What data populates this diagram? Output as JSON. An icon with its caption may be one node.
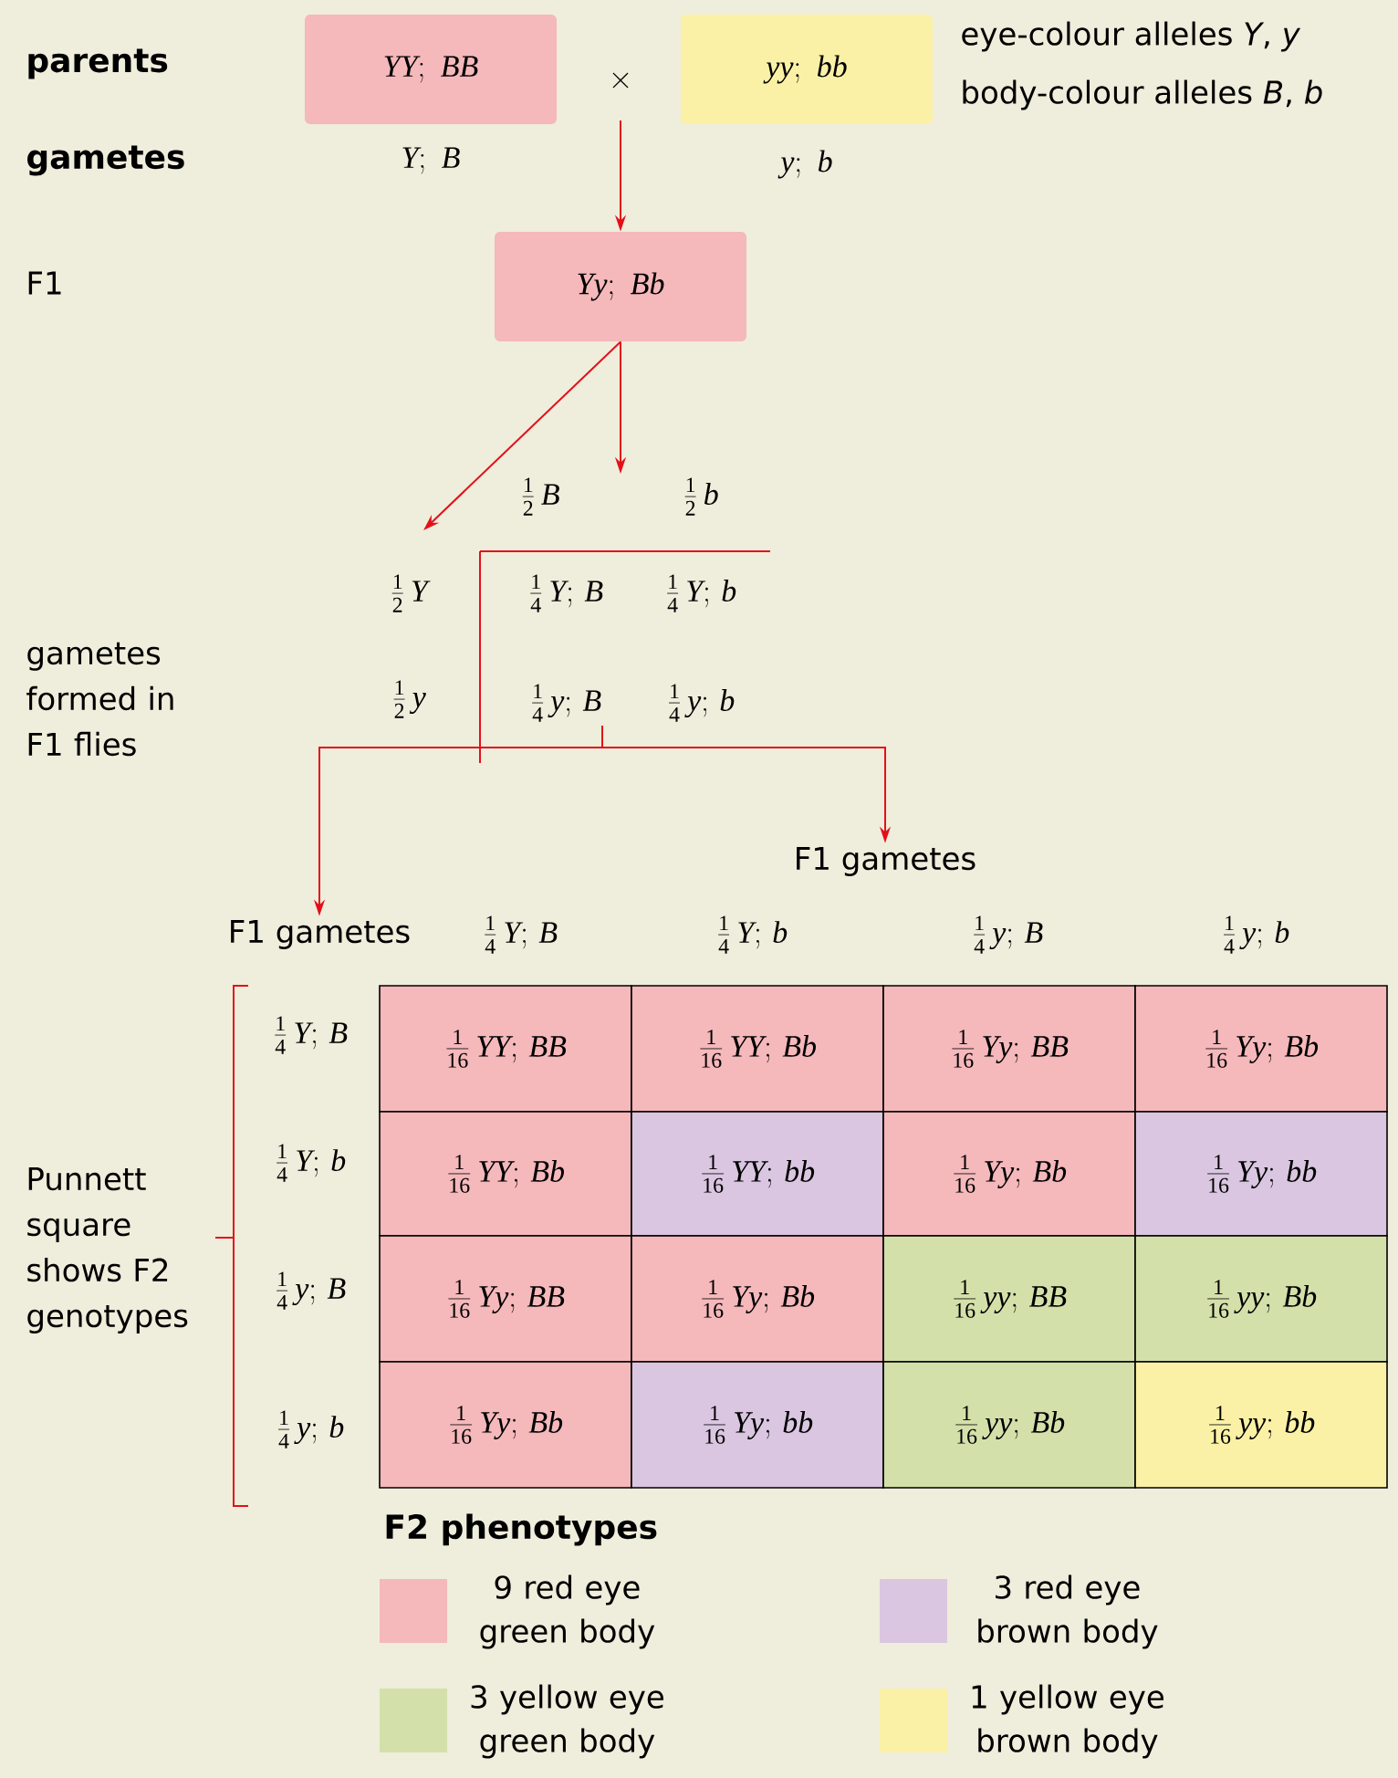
{
  "diagram": {
    "nodes": [
      {
        "text": [
          "YY;\\ BB"
        ]
      },
      {
        "text": [
          "yy;\\ bb"
        ]
      },
      {
        "text": [
          "Yy;\\ Bb"
        ]
      },
      {
        "text": [
          "\\frac{1}{2}\\,B"
        ]
      },
      {
        "text": [
          "\\frac{1}{2}\\,b"
        ]
      },
      {
        "text": [
          "\\frac{1}{2}\\,Y"
        ]
      },
      {
        "text": [
          "\\frac{1}{2}\\,y"
        ]
      },
      {
        "text": [
          "\\frac{1}{4}\\,Y;\\,B"
        ]
      },
      {
        "text": [
          "\\frac{1}{4}\\,Y;\\,b"
        ]
      },
      {
        "text": [
          "\\frac{1}{4}\\,y;\\,B"
        ]
      },
      {
        "text": [
          "\\frac{1}{4}\\,y;\\,b"
        ]
      },
      {
        "text": [
          "F1 gametes"
        ]
      },
      {
        "text": [
          "F1 gametes"
        ]
      },
      {
        "text": [
          "\\frac{1}{4}\\,Y;\\,B"
        ]
      },
      {
        "text": [
          "\\frac{1}{4}\\,Y;\\,b"
        ]
      },
      {
        "text": [
          "\\frac{1}{4}\\,y;\\,B"
        ]
      },
      {
        "text": [
          "\\frac{1}{4}\\,y;\\,b"
        ]
      },
      {
        "text": [
          "\\frac{1}{4}\\,Y;\\,B"
        ]
      },
      {
        "text": [
          "\\frac{1}{4}\\,Y;\\,b"
        ]
      },
      {
        "text": [
          "\\frac{1}{4}\\,y;\\,B"
        ]
      },
      {
        "text": [
          "\\frac{1}{4}\\,y;\\,b"
        ]
      },
      {
        "text": [
          "\\frac{1}{16}\\,YY;\\,BB"
        ]
      },
      {
        "text": [
          "\\frac{1}{16}\\,YY;\\,Bb"
        ]
      },
      {
        "text": [
          "\\frac{1}{16}\\,Yy;\\,BB"
        ]
      },
      {
        "text": [
          "\\frac{1}{16}\\,Yy;\\,Bb"
        ]
      },
      {
        "text": [
          "\\frac{1}{16}\\,YY;\\,Bb"
        ]
      },
      {
        "text": [
          "\\frac{1}{16}\\,YY;\\,bb"
        ]
      },
      {
        "text": [
          "\\frac{1}{16}\\,Yy;\\,Bb"
        ]
      },
      {
        "text": [
          "\\frac{1}{16}\\,Yy;\\,bb"
        ]
      },
      {
        "text": [
          "\\frac{1}{16}\\,Yy;\\,BB"
        ]
      },
      {
        "text": [
          "\\frac{1}{16}\\,Yy;\\,Bb"
        ]
      },
      {
        "text": [
          "\\frac{1}{16}\\,yy;\\,BB"
        ]
      },
      {
        "text": [
          "\\frac{1}{16}\\,yy;\\,Bb"
        ]
      },
      {
        "text": [
          "\\frac{1}{16}\\,Yy;\\,Bb"
        ]
      },
      {
        "text": [
          "\\frac{1}{16}\\,Yy;\\,bb"
        ]
      },
      {
        "text": [
          "\\frac{1}{16}\\,yy;\\,Bb"
        ]
      },
      {
        "text": [
          "\\frac{1}{16}\\,yy;\\,bb"
        ]
      }
    ],
    "edges": [
      {
        "from": null,
        "to": 2,
        "arrow": "to"
      },
      {
        "from": 2,
        "to": 5,
        "arrow": "to"
      },
      {
        "from": 2,
        "to": 3,
        "arrow": "to"
      },
      {
        "from": 9,
        "to": 12,
        "arrow": "to"
      },
      {
        "from": 9,
        "to": 11,
        "arrow": "to"
      }
    ],
    "labels": [
      "parents",
      "gametes",
      "\\times",
      "Y;\\ B",
      "y;\\ b",
      "eye-colour alleles *Y*, *y*",
      "body-colour alleles *B*, *b*",
      "F1",
      "gametes formed in F1 flies",
      "Punnett square shows F2 genotypes",
      "F2 phenotypes"
    ],
    "legend": [
      {
        "text": "9 red eye green body",
        "color": "#f5b8bb"
      },
      {
        "text": "3 red eye brown body",
        "color": "#dac6e1"
      },
      {
        "text": "3 yellow eye green body",
        "color": "#d4e0aa"
      },
      {
        "text": "1 yellow eye brown body",
        "color": "#fbf1a6"
      }
    ]
  }
}
